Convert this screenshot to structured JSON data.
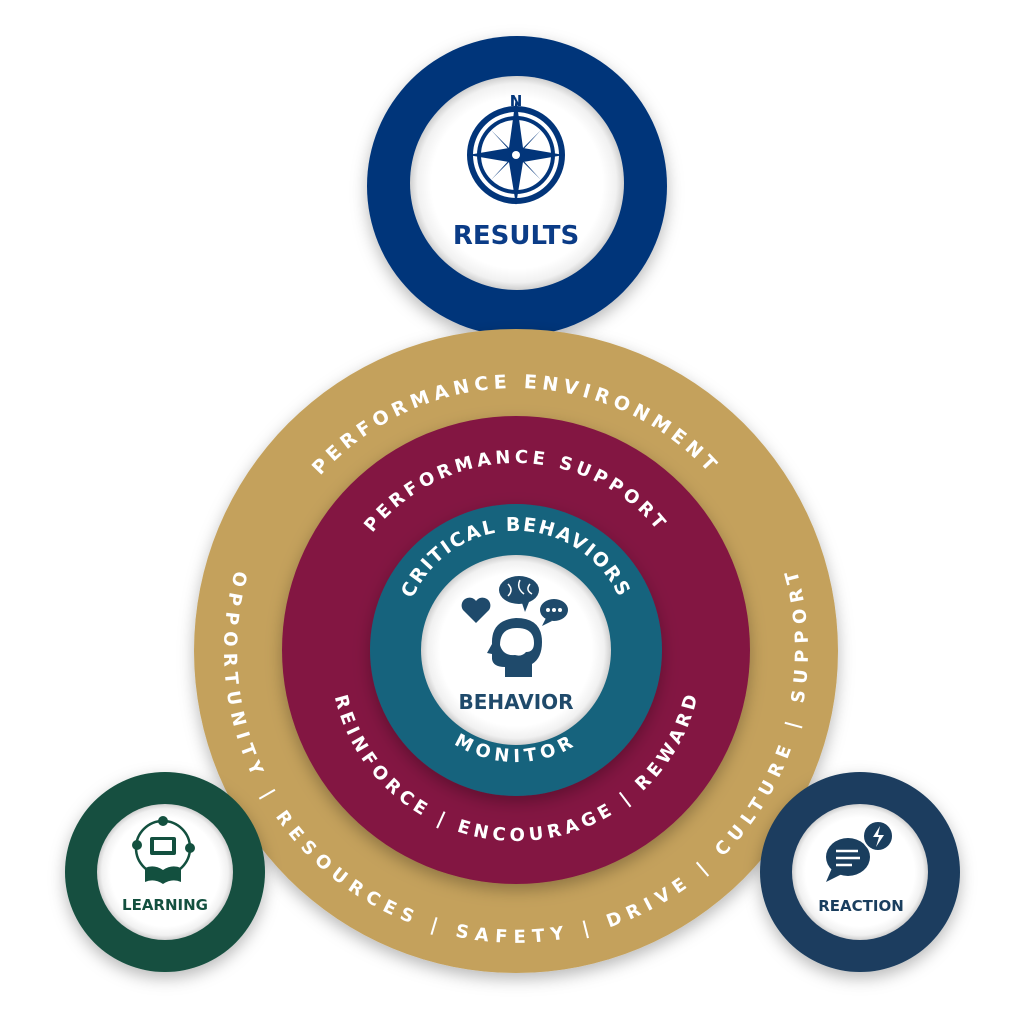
{
  "results": {
    "label": "RESULTS",
    "compass_letter": "N",
    "icon": "compass-icon",
    "color": "#02357a"
  },
  "environment": {
    "title": "PERFORMANCE ENVIRONMENT",
    "factors": "OPPORTUNITY | RESOURCES | SAFETY | DRIVE | CULTURE | SUPPORT",
    "color": "#c4a15c"
  },
  "support": {
    "title": "PERFORMANCE SUPPORT",
    "actions": "REINFORCE | ENCOURAGE | REWARD",
    "color": "#831742"
  },
  "critical": {
    "title": "CRITICAL BEHAVIORS",
    "bottom": "MONITOR",
    "color": "#15647d"
  },
  "behavior": {
    "label": "BEHAVIOR",
    "icons": [
      "heart-icon",
      "brain-icon",
      "speech-bubble-icon",
      "head-icon"
    ]
  },
  "learning": {
    "label": "LEARNING",
    "icon": "learning-icon",
    "color": "#13503f"
  },
  "reaction": {
    "label": "REACTION",
    "icon": "chat-lightning-icon",
    "color": "#1a3e5e"
  }
}
